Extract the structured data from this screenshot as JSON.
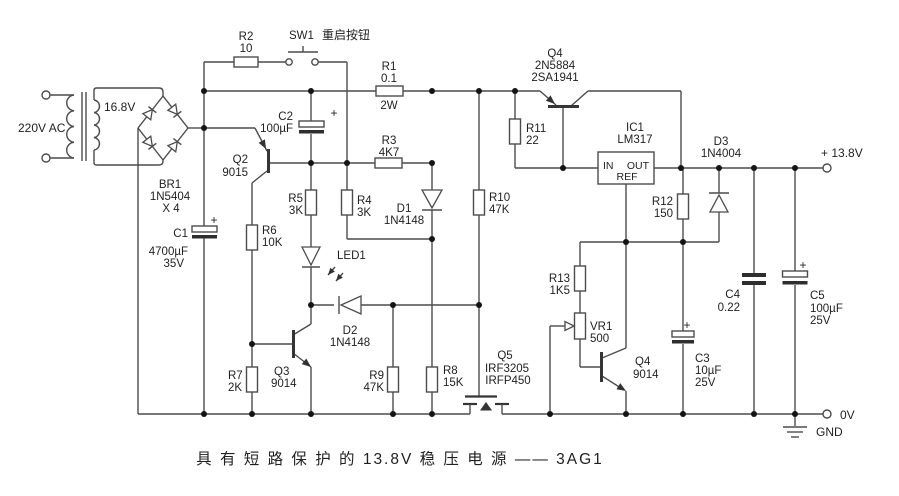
{
  "caption": "具 有 短 路 保 护 的 13.8V 稳 压 电 源 —— 3AG1",
  "power": {
    "input": "220V AC",
    "secondary": "16.8V",
    "output_positive": "+ 13.8V",
    "output_negative": "0V",
    "ground": "GND",
    "polarity_mark": "+"
  },
  "components": {
    "br1": {
      "name": "BR1",
      "part": "1N5404",
      "qty": "X 4"
    },
    "c1": {
      "name": "C1",
      "value": "4700µF",
      "rating": "35V"
    },
    "r2": {
      "name": "R2",
      "value": "10"
    },
    "sw1": {
      "name": "SW1",
      "desc": "重启按钮"
    },
    "r1": {
      "name": "R1",
      "value": "0.1",
      "rating": "2W"
    },
    "c2": {
      "name": "C2",
      "value": "100µF"
    },
    "r3": {
      "name": "R3",
      "value": "4K7"
    },
    "q2": {
      "name": "Q2",
      "part": "9015"
    },
    "r5": {
      "name": "R5",
      "value": "3K"
    },
    "r4": {
      "name": "R4",
      "value": "3K"
    },
    "d1": {
      "name": "D1",
      "part": "1N4148"
    },
    "r6": {
      "name": "R6",
      "value": "10K"
    },
    "led1": {
      "name": "LED1"
    },
    "d2": {
      "name": "D2",
      "part": "1N4148"
    },
    "r7": {
      "name": "R7",
      "value": "2K"
    },
    "q3": {
      "name": "Q3",
      "part": "9014"
    },
    "r9": {
      "name": "R9",
      "value": "47K"
    },
    "r8": {
      "name": "R8",
      "value": "15K"
    },
    "q5": {
      "name": "Q5",
      "part_primary": "IRF3205",
      "part_alt": "IRFP450"
    },
    "r10": {
      "name": "R10",
      "value": "47K"
    },
    "r11": {
      "name": "R11",
      "value": "22"
    },
    "q4_pass": {
      "name": "Q4",
      "part_primary": "2N5884",
      "part_alt": "2SA1941"
    },
    "ic1": {
      "name": "IC1",
      "part": "LM317",
      "pin_in": "IN",
      "pin_out": "OUT",
      "pin_ref": "REF"
    },
    "d3": {
      "name": "D3",
      "part": "1N4004"
    },
    "r12": {
      "name": "R12",
      "value": "150"
    },
    "r13": {
      "name": "R13",
      "value": "1K5"
    },
    "vr1": {
      "name": "VR1",
      "value": "500"
    },
    "q4_adj": {
      "name": "Q4",
      "part": "9014"
    },
    "c3": {
      "name": "C3",
      "value": "10µF",
      "rating": "25V"
    },
    "c4": {
      "name": "C4",
      "value": "0.22"
    },
    "c5": {
      "name": "C5",
      "value": "100µF",
      "rating": "25V"
    }
  },
  "colors": {
    "wire": "#4c4c4c",
    "text": "#1f1f1f",
    "background": "#ffffff",
    "junction": "#141414"
  }
}
